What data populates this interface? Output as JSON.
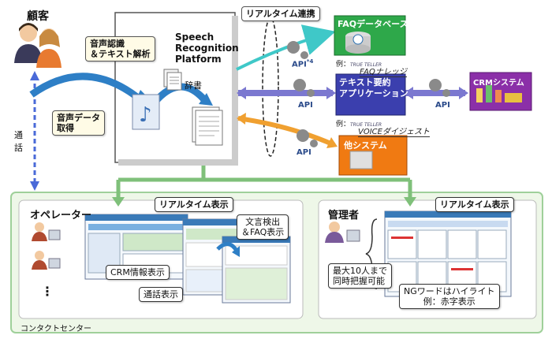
{
  "customer": {
    "label": "顧客"
  },
  "call": {
    "label": "通\n話"
  },
  "platform": {
    "title_line1": "Speech",
    "title_line2": "Recognition",
    "title_line3": "Platform",
    "asr_callout": "音声認識\n＆テキスト解析",
    "audio_callout": "音声データ\n取得",
    "dictionary": "辞書"
  },
  "realtime_link": {
    "label": "リアルタイム連携"
  },
  "api": {
    "label_faq": "API",
    "label_faq_note": "*4",
    "label_text": "API",
    "label_crm": "API",
    "label_other": "API"
  },
  "faq_db": {
    "title": "FAQデータベース",
    "example_prefix": "例：",
    "brand_small": "TRUE TELLER",
    "product": "FAQナレッジ"
  },
  "text_summary": {
    "title": "テキスト要約\nアプリケーション",
    "example_prefix": "例：",
    "brand_small": "TRUE TELLER",
    "product": "VOICEダイジェスト"
  },
  "crm": {
    "title": "CRMシステム"
  },
  "other": {
    "title": "他システム"
  },
  "contact_center": {
    "label": "コンタクトセンター"
  },
  "operator": {
    "label": "オペレーター",
    "realtime_callout": "リアルタイム表示",
    "crm_info": "CRM情報表示",
    "call_display": "通話表示",
    "keyword_callout": "文言検出\n＆FAQ表示",
    "ellipsis": "⋮"
  },
  "manager": {
    "label": "管理者",
    "realtime_callout": "リアルタイム表示",
    "monitor_callout": "最大10人まで\n同時把握可能",
    "ng_callout": "NGワードはハイライト\n例：赤字表示"
  },
  "colors": {
    "platform_bg": "#ffffff",
    "blue_arrow": "#2e7fc6",
    "green_frame": "#7fc07a",
    "green_bg": "#eef7e8",
    "faq_box": "#2ea84a",
    "text_box": "#3b3fae",
    "crm_box": "#8b2fa8",
    "other_box": "#f07a12",
    "orange_arrow": "#f0a030",
    "purple_arrow": "#6666cc",
    "cyan_arrow": "#3fc8c8"
  }
}
